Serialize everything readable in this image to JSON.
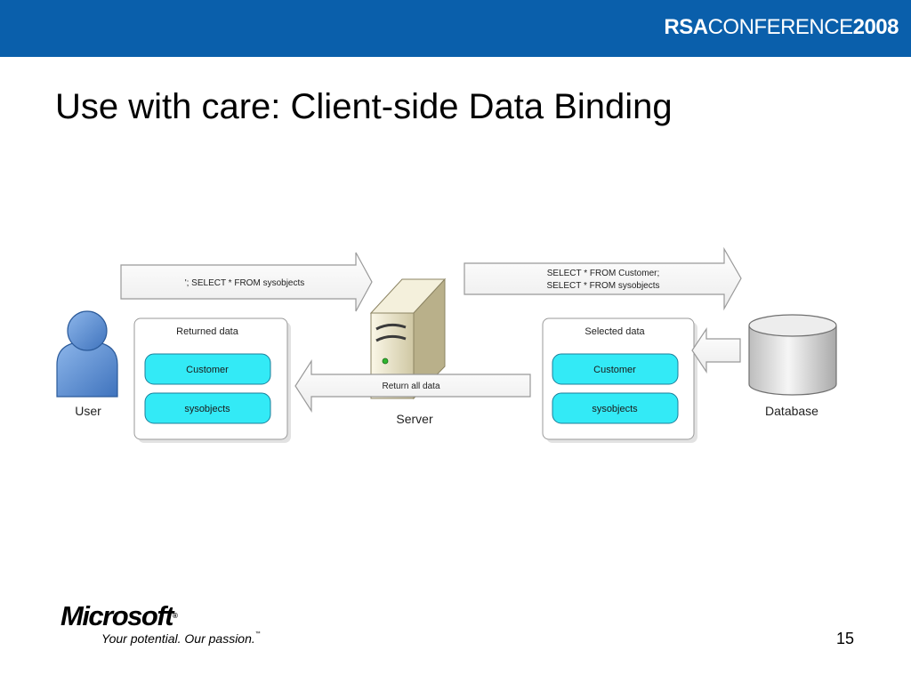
{
  "header": {
    "brand_rsa": "RSA",
    "brand_conference": "CONFERENCE",
    "brand_year": "2008"
  },
  "slide": {
    "title": "Use with care: Client-side Data Binding",
    "page_number": "15"
  },
  "diagram": {
    "user_label": "User",
    "server_label": "Server",
    "database_label": "Database",
    "request_arrow_text": "'; SELECT * FROM sysobjects",
    "query_arrow_line1": "SELECT * FROM Customer;",
    "query_arrow_line2": "SELECT * FROM sysobjects",
    "return_arrow_text": "Return all data",
    "returned_panel": {
      "title": "Returned data",
      "items": [
        "Customer",
        "sysobjects"
      ]
    },
    "selected_panel": {
      "title": "Selected data",
      "items": [
        "Customer",
        "sysobjects"
      ]
    }
  },
  "footer": {
    "logo_text": "Microsoft",
    "logo_reg": "®",
    "tagline": "Your potential. Our passion.",
    "tagline_tm": "™"
  },
  "colors": {
    "header": "#0a5fab",
    "pill_fill": "#33eaf6",
    "user_fill": "#5b8fd0"
  }
}
